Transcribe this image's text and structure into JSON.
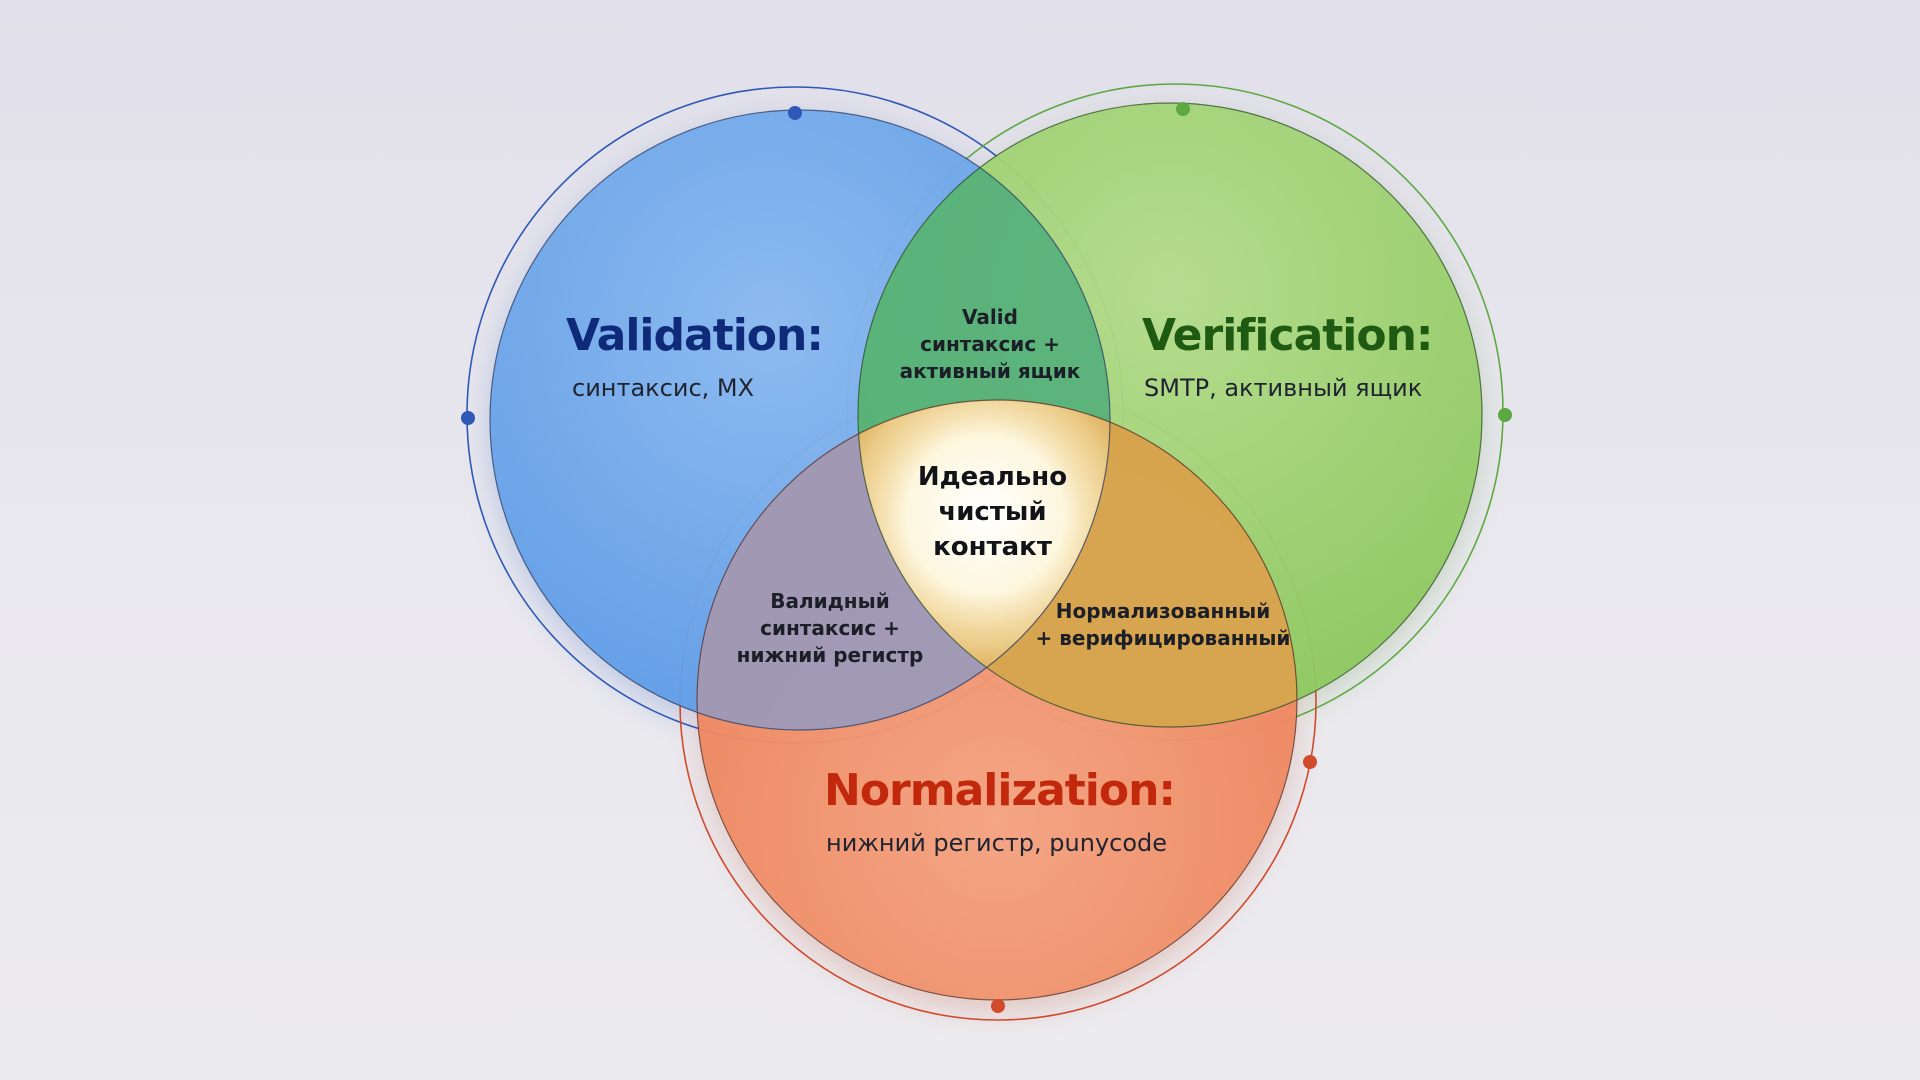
{
  "sets": {
    "validation": {
      "title": "Validation:",
      "subtitle": "синтаксис, MX",
      "color": "#5a9be8",
      "title_color": "#0e2a78"
    },
    "verification": {
      "title": "Verification:",
      "subtitle": "SMTP, активный ящик",
      "color": "#8ecb5f",
      "title_color": "#1f5a12"
    },
    "normalization": {
      "title": "Normalization:",
      "subtitle": "нижний регистр, punycode",
      "color": "#f07a4c",
      "title_color": "#c2290c"
    }
  },
  "intersections": {
    "validation_verification": [
      "Valid",
      "синтаксис +",
      "активный ящик"
    ],
    "validation_normalization": [
      "Валидный",
      "синтаксис +",
      "нижний регистр"
    ],
    "verification_normalization": [
      "Нормализованный",
      "+ верифицированный"
    ],
    "center": [
      "Идеально",
      "чистый",
      "контакт"
    ]
  },
  "colors": {
    "outline_blue": "#2f58b8",
    "outline_green": "#5ea842",
    "outline_red": "#d24a2c"
  }
}
